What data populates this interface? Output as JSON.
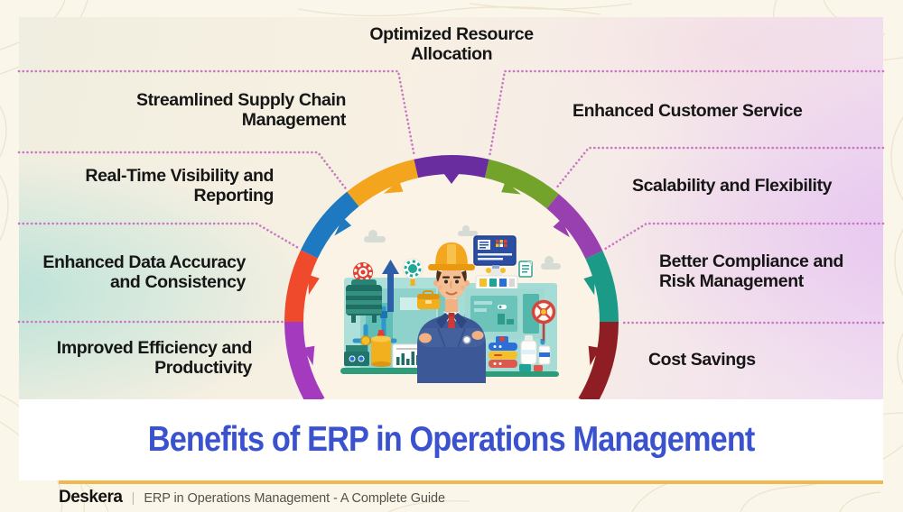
{
  "title": "Benefits of ERP in Operations Management",
  "title_color": "#3B52CF",
  "benefits": [
    {
      "id": "optimized-resource-allocation",
      "lines": [
        "Optimized Resource",
        "Allocation"
      ],
      "side": "top",
      "segment_color": "#6A2D9F"
    },
    {
      "id": "streamlined-supply-chain",
      "lines": [
        "Streamlined Supply Chain",
        "Management"
      ],
      "side": "left",
      "segment_color": "#F2A51D"
    },
    {
      "id": "real-time-visibility",
      "lines": [
        "Real-Time Visibility and",
        "Reporting"
      ],
      "side": "left",
      "segment_color": "#1E79C0"
    },
    {
      "id": "enhanced-data-accuracy",
      "lines": [
        "Enhanced Data Accuracy",
        "and Consistency"
      ],
      "side": "left",
      "segment_color": "#EF4A2B"
    },
    {
      "id": "improved-efficiency",
      "lines": [
        "Improved Efficiency and",
        "Productivity"
      ],
      "side": "left",
      "segment_color": "#A43BBF"
    },
    {
      "id": "enhanced-customer-service",
      "lines": [
        "Enhanced Customer Service"
      ],
      "side": "right",
      "segment_color": "#74A32C"
    },
    {
      "id": "scalability-flexibility",
      "lines": [
        "Scalability and Flexibility"
      ],
      "side": "right",
      "segment_color": "#9840AF"
    },
    {
      "id": "better-compliance",
      "lines": [
        "Better Compliance and",
        "Risk Management"
      ],
      "side": "right",
      "segment_color": "#1B9B87"
    },
    {
      "id": "cost-savings",
      "lines": [
        "Cost Savings"
      ],
      "side": "right",
      "segment_color": "#8F1D24"
    }
  ],
  "ring": {
    "segments": [
      {
        "id": "improved-efficiency",
        "color": "#A43BBF",
        "start": -121,
        "end": -90
      },
      {
        "id": "enhanced-data-accuracy",
        "color": "#EF4A2B",
        "start": -90,
        "end": -64.5
      },
      {
        "id": "real-time-visibility",
        "color": "#1E79C0",
        "start": -64.5,
        "end": -38.7
      },
      {
        "id": "streamlined-supply-chain",
        "color": "#F2A51D",
        "start": -38.7,
        "end": -13
      },
      {
        "id": "optimized-resource-allocation",
        "color": "#6A2D9F",
        "start": -13,
        "end": 13
      },
      {
        "id": "enhanced-customer-service",
        "color": "#74A32C",
        "start": 13,
        "end": 40
      },
      {
        "id": "scalability-flexibility",
        "color": "#9840AF",
        "start": 40,
        "end": 64.8
      },
      {
        "id": "better-compliance",
        "color": "#1B9B87",
        "start": 64.8,
        "end": 90
      },
      {
        "id": "cost-savings",
        "color": "#8F1D24",
        "start": 90,
        "end": 121
      }
    ],
    "inner_fill": "#FAF3E6"
  },
  "footer": {
    "brand": "Deskera",
    "separator": "|",
    "tagline": "ERP in Operations Management - A Complete Guide"
  },
  "colors": {
    "background": "#FBF6EA",
    "accent_line": "#F0B850",
    "dotted_line": "#C878C0",
    "contour": "#ECE2CB",
    "title_band": "#FFFFFF"
  }
}
